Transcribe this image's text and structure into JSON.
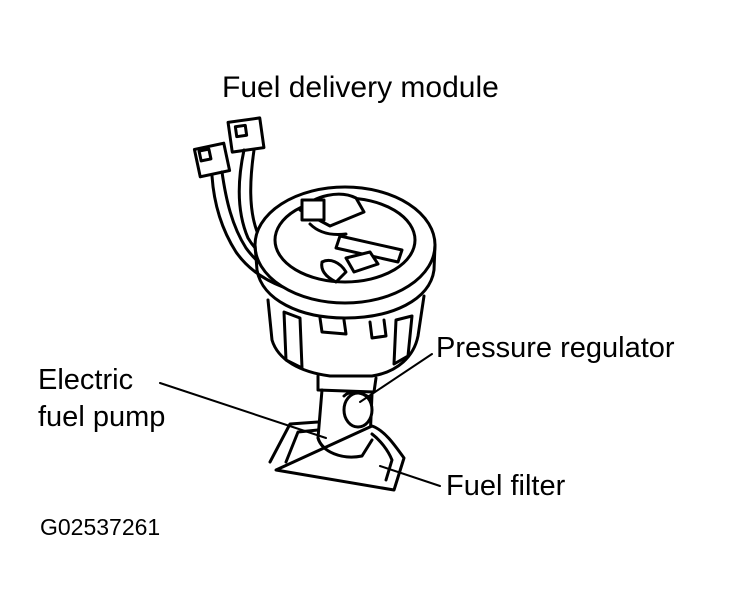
{
  "diagram": {
    "title": "Fuel delivery module",
    "labels": {
      "pressure_regulator": "Pressure regulator",
      "electric_fuel_pump_line1": "Electric",
      "electric_fuel_pump_line2": "fuel pump",
      "fuel_filter": "Fuel filter"
    },
    "figure_id": "G02537261"
  },
  "colors": {
    "ink": "#000000",
    "paper": "#ffffff"
  }
}
